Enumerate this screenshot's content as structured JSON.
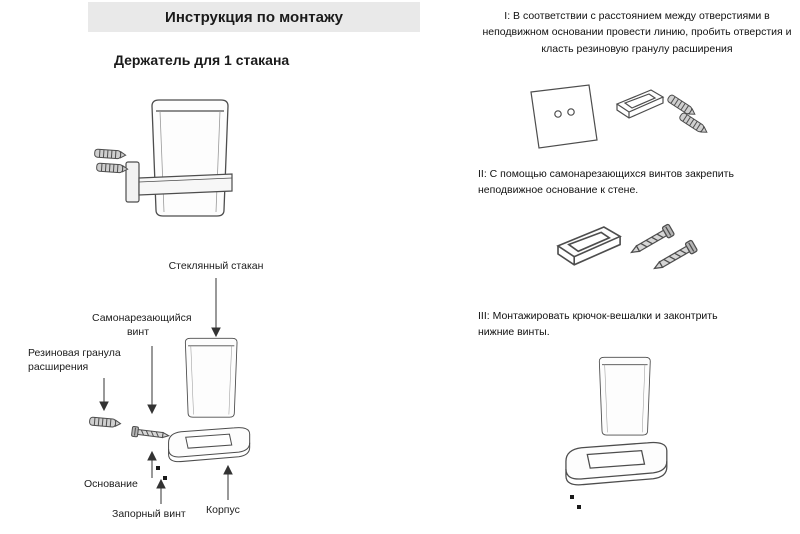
{
  "header": {
    "title": "Инструкция по монтажу"
  },
  "subtitle": "Держатель для 1 стакана",
  "exploded_labels": {
    "glass": "Стеклянный стакан",
    "screw": "Самонарезающийся винт",
    "rubber": "Резиновая гранула расширения",
    "base": "Основание",
    "lock_screw": "Запорный винт",
    "body": "Корпус"
  },
  "steps": [
    {
      "id": "I",
      "text": "I: В соответствии с расстоянием между отверстиями в неподвижном основании провести линию, пробить отверстия и класть резиновую гранулу расширения"
    },
    {
      "id": "II",
      "text": "II: С помощью самонарезающихся винтов закрепить неподвижное основание к стене."
    },
    {
      "id": "III",
      "text": "III: Монтажировать крючок-вешалки и законтрить нижние винты."
    }
  ],
  "colors": {
    "header_bg": "#e9e9e9",
    "line": "#4d4d4d",
    "text": "#1a1a1a"
  }
}
